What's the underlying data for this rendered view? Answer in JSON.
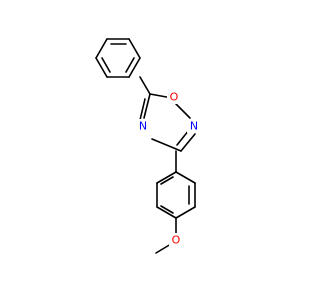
{
  "molecule": {
    "labels": {
      "ring_oxygen": "O",
      "ring_nitrogen_right": "N",
      "ring_nitrogen_left": "N",
      "methoxy_oxygen": "O"
    },
    "colors": {
      "bond": "#000000",
      "nitrogen": "#0000ff",
      "oxygen": "#ff0000"
    }
  }
}
